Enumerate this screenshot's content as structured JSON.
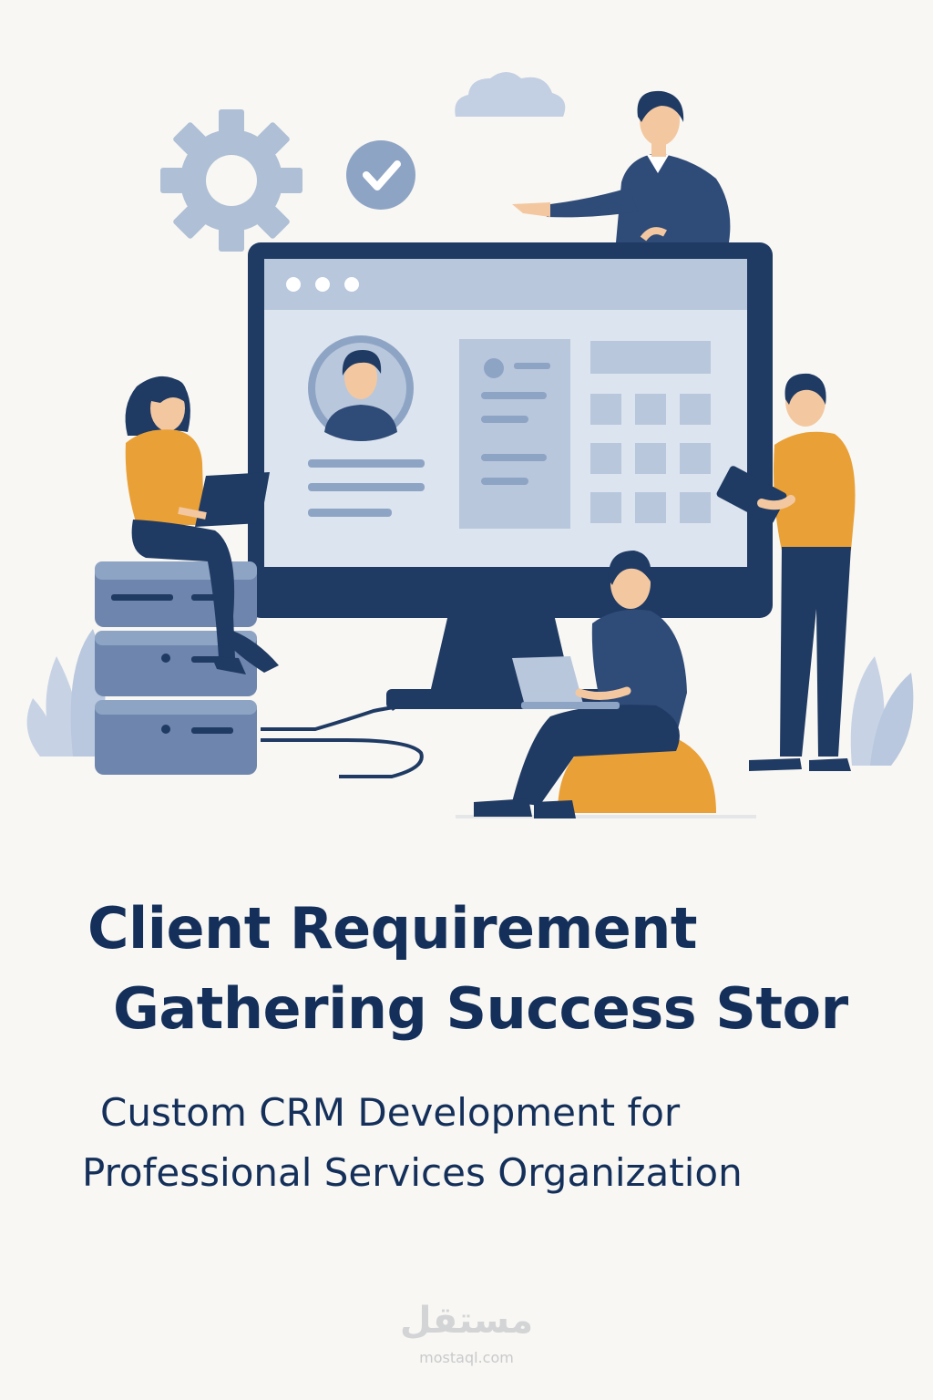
{
  "title": {
    "line1": "Client Requirement",
    "line2": "Gathering Success Stor"
  },
  "subtitle": {
    "line1": "Custom CRM Development for",
    "line2": "Professional Services Organization"
  },
  "watermark": {
    "arabic": "مستقل",
    "latin": "mostaql.com"
  },
  "colors": {
    "background": "#f8f7f3",
    "navy": "#1f3a63",
    "title_text": "#14305a",
    "accent_orange": "#e9a037",
    "muted_blue": "#aebfd6",
    "screen": "#dce4ef"
  },
  "icons": [
    "gear-icon",
    "checkmark-badge-icon",
    "cloud-icon",
    "user-avatar-icon",
    "server-stack-icon",
    "laptop-icon",
    "tablet-icon",
    "plant-icon"
  ]
}
